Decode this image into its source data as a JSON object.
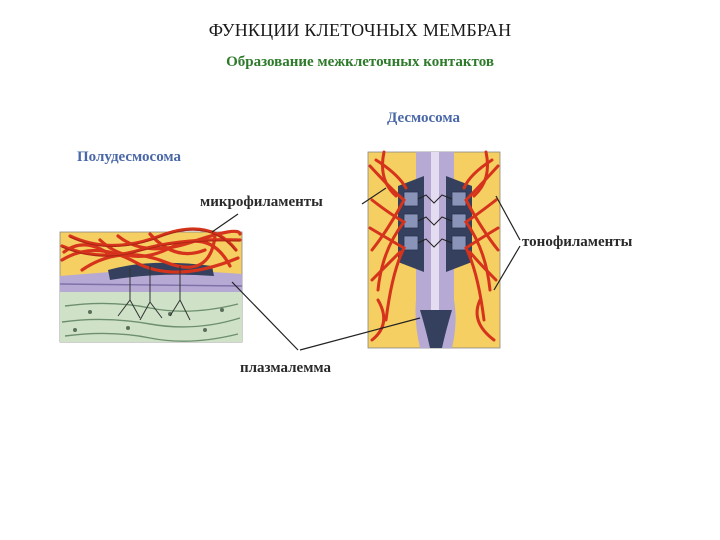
{
  "title": "ФУНКЦИИ КЛЕТОЧНЫХ МЕМБРАН",
  "subtitle": "Образование межклеточных контактов",
  "labels": {
    "desmosome": "Десмосома",
    "hemidesmosome": "Полудесмосома",
    "microfilaments": "микрофиламенты",
    "tonofilaments": "тонофиламенты",
    "plasmalemma": "плазмалемма"
  },
  "colors": {
    "background_yellow": "#f5cf62",
    "filament_red": "#d6331c",
    "membrane_purple": "#b6a9d3",
    "plaque_dark": "#34405e",
    "cytoplasm_green": "#cfe2c8",
    "label_blue": "#4a68a8"
  }
}
